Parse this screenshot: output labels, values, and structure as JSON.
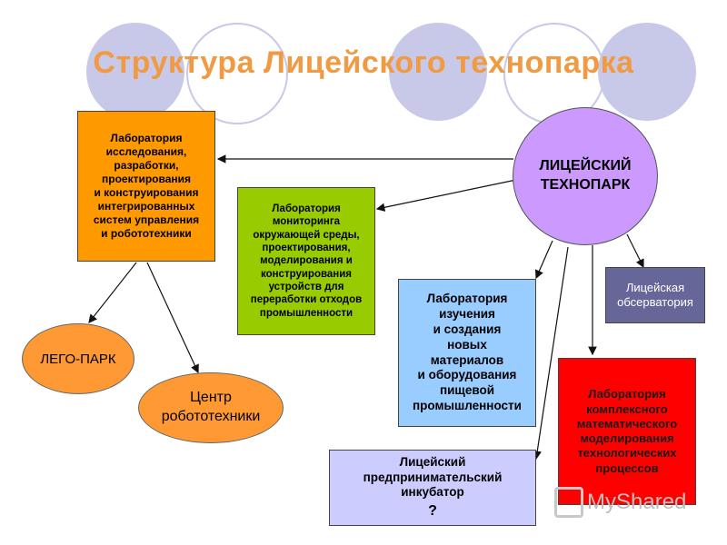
{
  "title": "Структура Лицейского технопарка",
  "center": "ЛИЦЕЙСКИЙ\nТЕХНОПАРК",
  "nodes": {
    "lab_research": "Лаборатория\nисследования,\nразработки,\nпроектирования\nи конструирования\nинтегрированных\nсистем управления\nи робототехники",
    "lab_monitoring": "Лаборатория\nмониторинга\nокружающей среды,\nпроектирования,\nмоделирования и\nконструирования\nустройств для\nпереработки отходов\nпромышленности",
    "lab_materials": "Лаборатория\nизучения\nи создания\nновых\nматериалов\nи оборудования\nпищевой\nпромышленности",
    "observatory": "Лицейская\nобсерватория",
    "lab_modeling": "Лаборатория\nкомплексного\nматематического\nмоделирования\nтехнологических\nпроцессов",
    "incubator": "Лицейский\nпредпринимательский\nинкубатор",
    "incubator_q": "?",
    "lego": "ЛЕГО-ПАРК",
    "robotics": "Центр\nробототехники"
  },
  "watermark": "MyShared",
  "colors": {
    "title": "#f09a44",
    "center": "#cc99ff",
    "lab_research": "#ff9900",
    "lab_monitoring": "#99cc00",
    "lab_materials": "#99ccff",
    "observatory": "#666699",
    "lab_modeling": "#ff0000",
    "incubator": "#ccccff",
    "ellipses": "#ff9933"
  }
}
